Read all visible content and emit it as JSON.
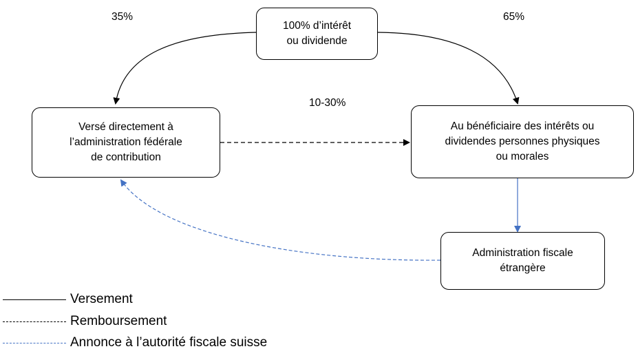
{
  "nodes": {
    "top": "100% d’intérêt\nou dividende",
    "left": "Versé directement à\nl’administration fédérale\nde contribution",
    "right": "Au bénéficiaire des intérêts ou\ndividendes personnes physiques\nou morales",
    "foreign": "Administration fiscale\nétrangère"
  },
  "percentages": {
    "left_share": "35%",
    "right_share": "65%",
    "refund": "10-30%"
  },
  "legend": [
    {
      "label": "Versement",
      "style": "solid",
      "color": "#000000"
    },
    {
      "label": "Remboursement",
      "style": "dashed",
      "color": "#000000"
    },
    {
      "label": "Annonce à l’autorité fiscale suisse",
      "style": "dashed",
      "color": "#4472c4"
    }
  ],
  "colors": {
    "payment": "#000000",
    "refund": "#000000",
    "announcement": "#4472c4"
  }
}
